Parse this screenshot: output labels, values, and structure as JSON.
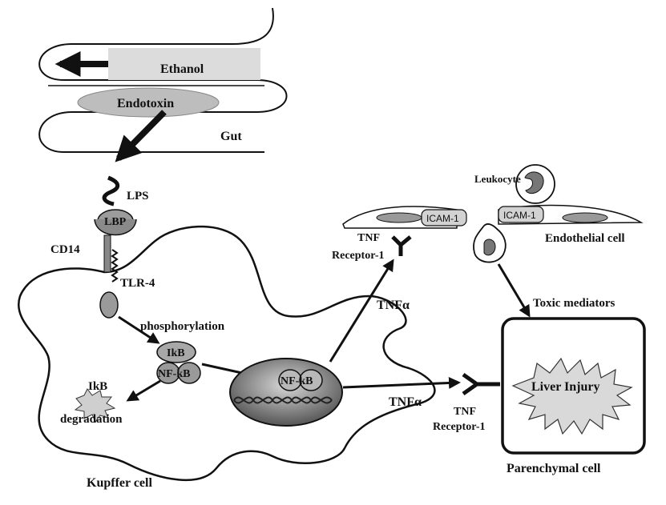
{
  "gut": {
    "ethanol": "Ethanol",
    "endotoxin": "Endotoxin",
    "gut": "Gut"
  },
  "receptor_complex": {
    "lps": "LPS",
    "lbp": "LBP",
    "cd14": "CD14",
    "tlr4": "TLR-4"
  },
  "kupffer": {
    "phosphorylation": "phosphorylation",
    "ikb": "IkB",
    "nfkb": "NF-kB",
    "ikb_small": "IkB",
    "degradation": "degradation",
    "nfkb_nucleus": "NF-kB",
    "cell_label": "Kupffer cell"
  },
  "signals": {
    "tnfa_up": "TNFα",
    "tnfa_right": "TNFα",
    "tnf_receptor_top_tnf": "TNF",
    "tnf_receptor_top_rec": "Receptor-1",
    "tnf_receptor_right_tnf": "TNF",
    "tnf_receptor_right_rec": "Receptor-1"
  },
  "endothelium": {
    "leukocyte": "Leukocyte",
    "icam_left": "ICAM-1",
    "icam_right": "ICAM-1",
    "cell_label": "Endothelial cell",
    "toxic_mediators": "Toxic mediators"
  },
  "parenchymal": {
    "liver_injury": "Liver Injury",
    "cell_label": "Parenchymal cell"
  }
}
